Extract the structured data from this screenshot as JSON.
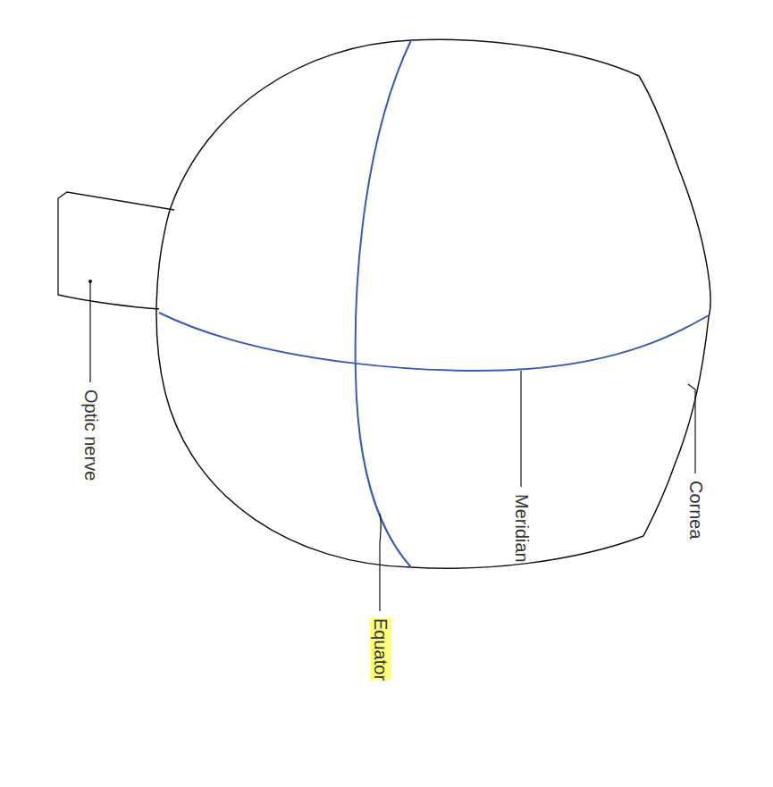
{
  "diagram": {
    "labels": [
      "Optic nerve",
      "Meridian",
      "Equator",
      "Cornea"
    ]
  }
}
